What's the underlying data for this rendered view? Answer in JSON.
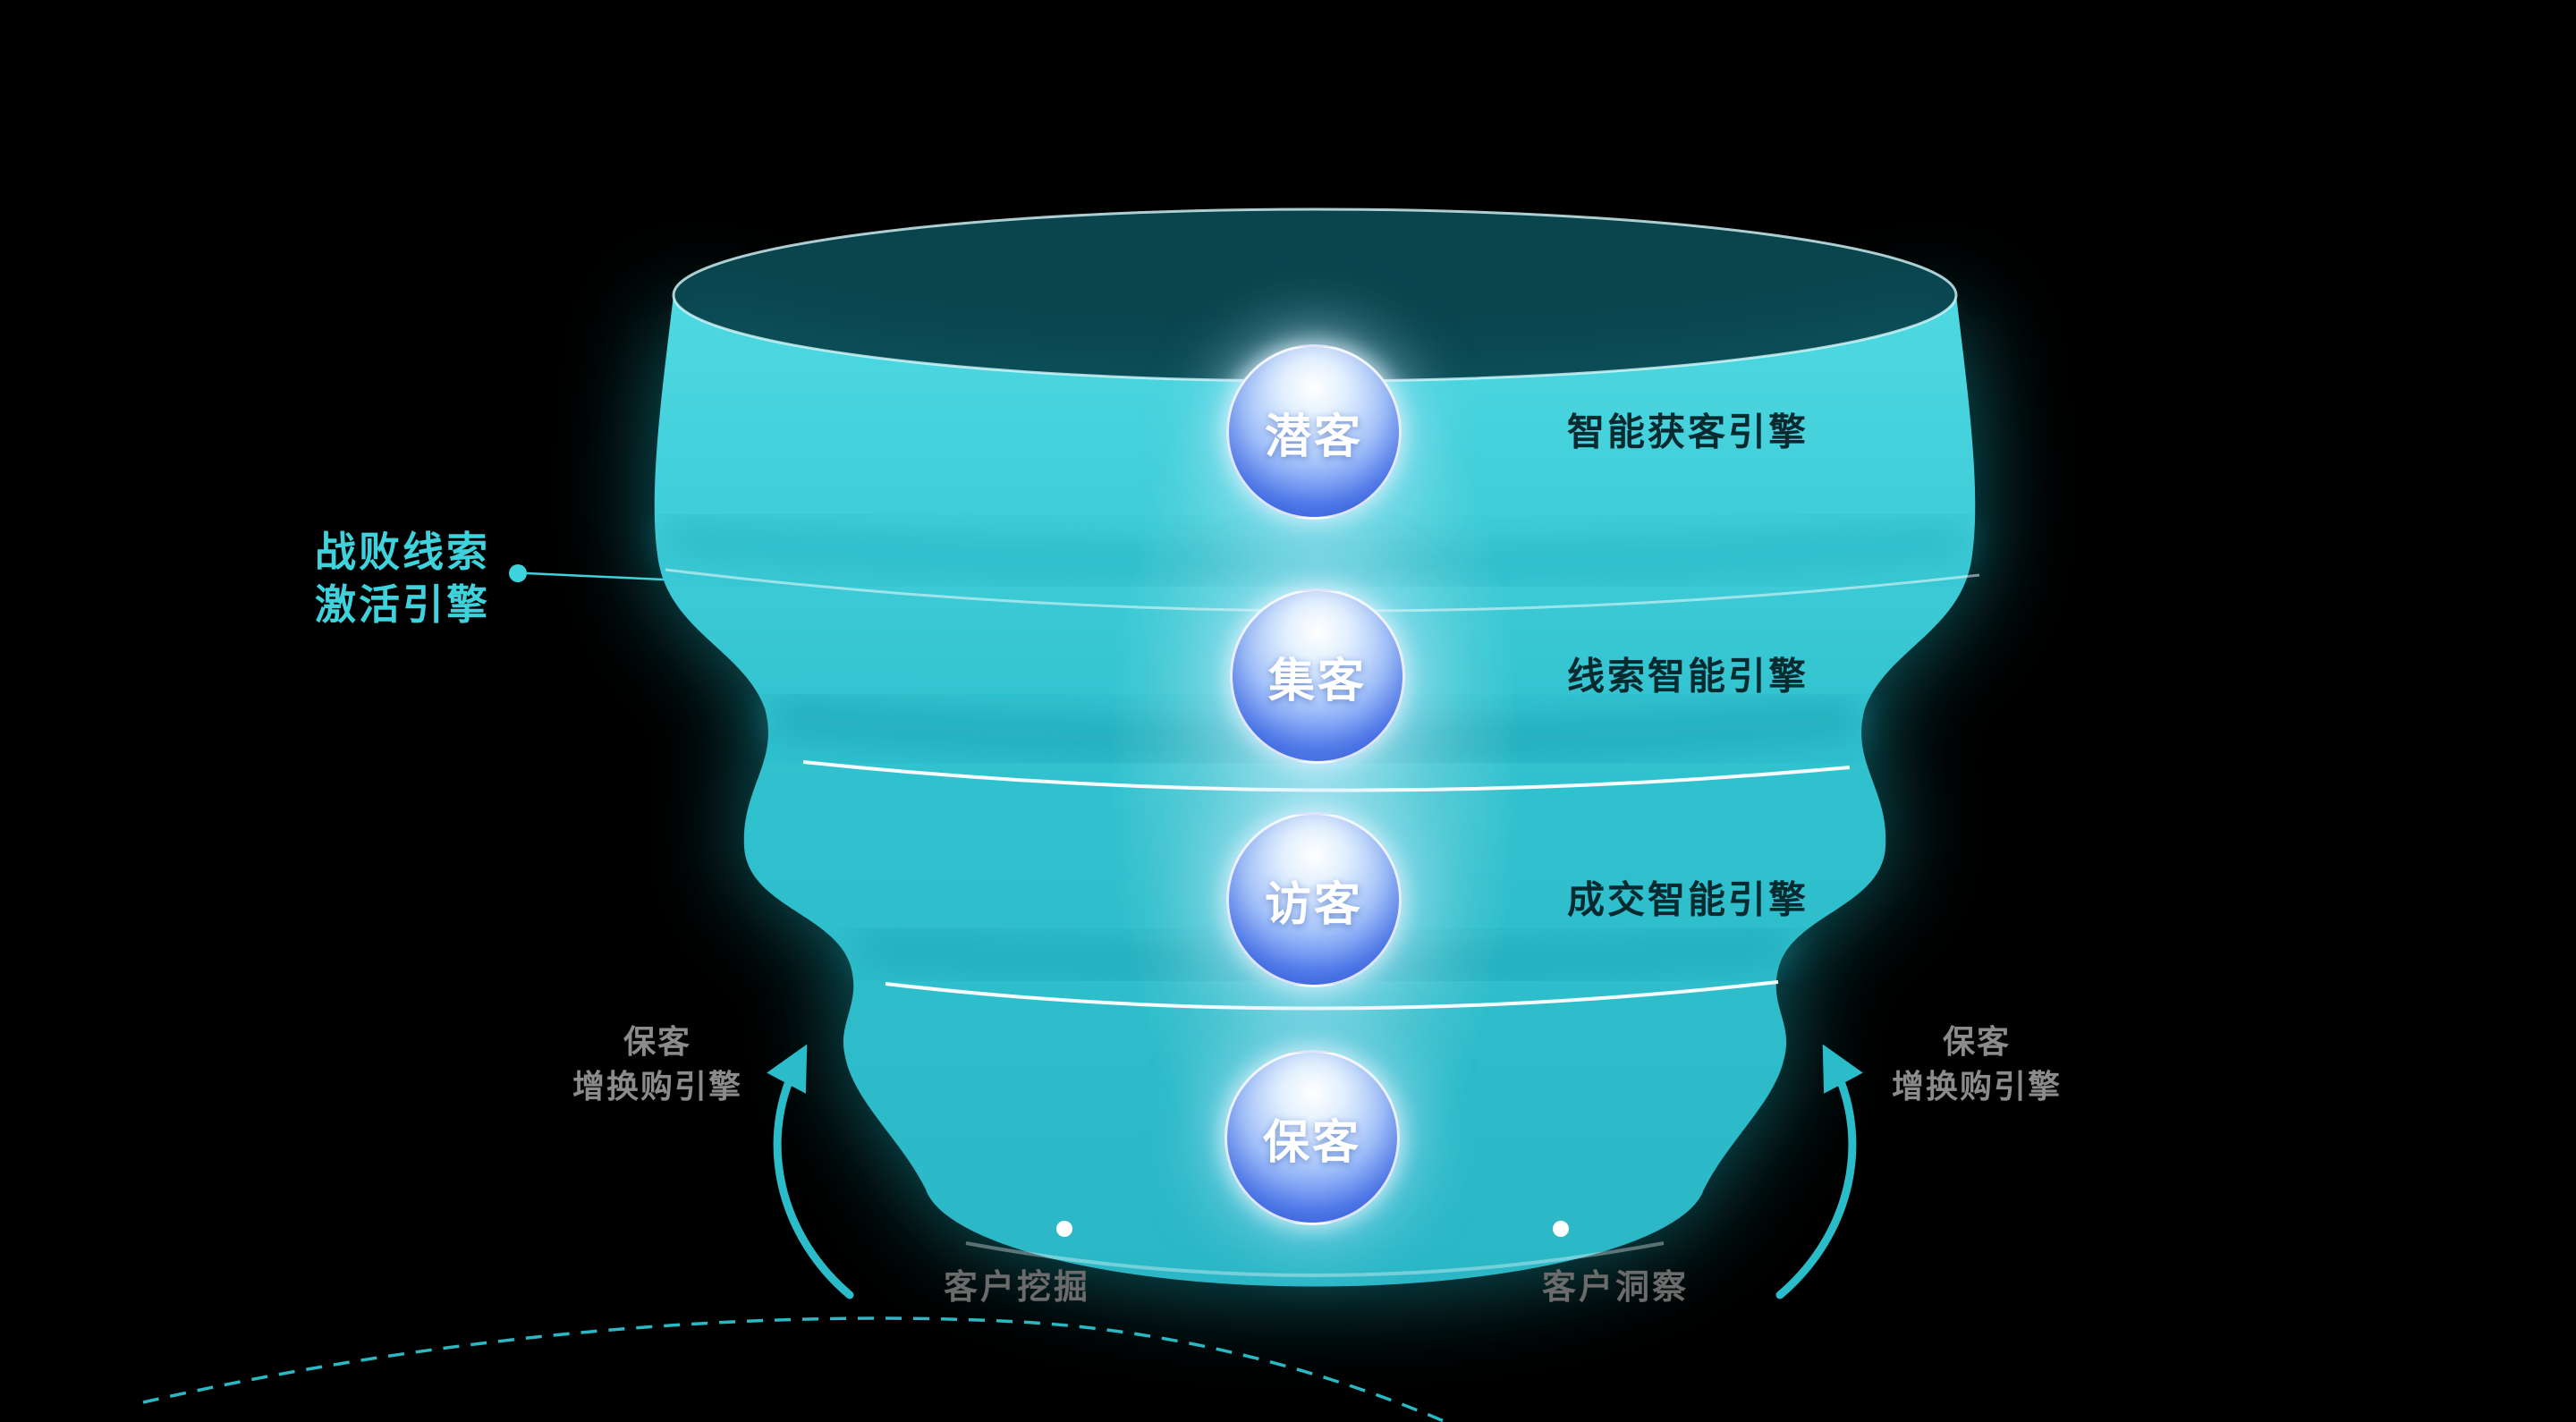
{
  "funnel": {
    "stages": [
      {
        "label": "潜客",
        "engine": "智能获客引擎"
      },
      {
        "label": "集客",
        "engine": "线索智能引擎"
      },
      {
        "label": "访客",
        "engine": "成交智能引擎"
      },
      {
        "label": "保客"
      }
    ]
  },
  "left_callout": {
    "line1": "战败线索",
    "line2": "激活引擎"
  },
  "side_labels": {
    "left": {
      "line1": "保客",
      "line2": "增换购引擎"
    },
    "right": {
      "line1": "保客",
      "line2": "增换购引擎"
    }
  },
  "bottom_labels": {
    "left": "客户挖掘",
    "right": "客户洞察"
  },
  "colors": {
    "funnel_teal": "#31c3cf",
    "accent_teal": "#3ed2dc",
    "badge_blue": "#4f7df2",
    "engine_text": "#072a30",
    "gray_label": "#8b8b8b",
    "white": "#ffffff",
    "background": "#000000"
  }
}
